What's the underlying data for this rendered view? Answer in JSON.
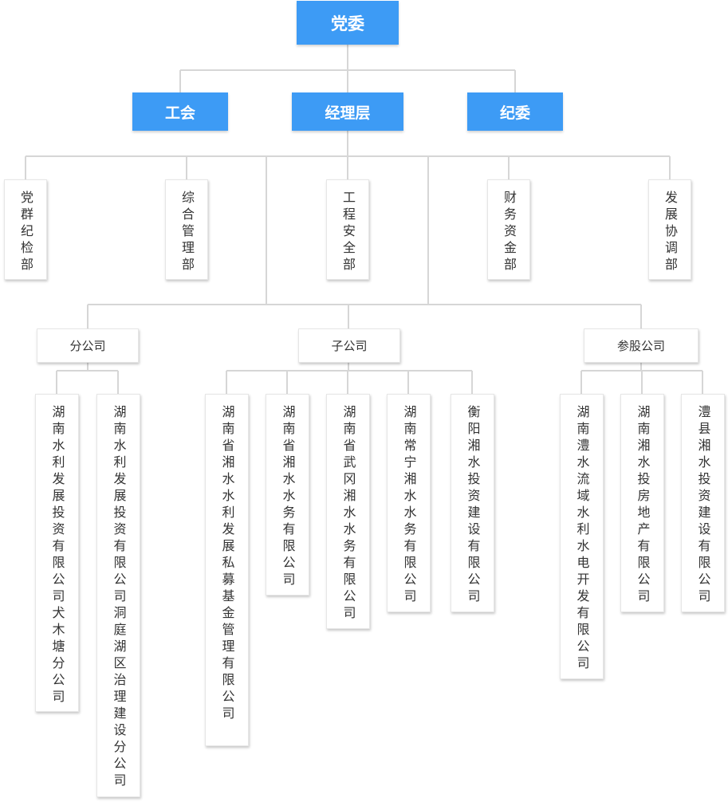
{
  "nodes": {
    "party": "党委",
    "union": "工会",
    "management": "经理层",
    "discipline": "纪委",
    "dept_party_discipline": "党群纪检部",
    "dept_general": "综合管理部",
    "dept_safety": "工程安全部",
    "dept_finance": "财务资金部",
    "dept_development": "发展协调部",
    "branches": "分公司",
    "subsidiaries": "子公司",
    "holdings": "参股公司",
    "branch_quanmutang": "湖南水利发展投资有限公司犬木塘分公司",
    "branch_dongting": "湖南水利发展投资有限公司洞庭湖区治理建设分公司",
    "sub_fund": "湖南省湘水水利发展私募基金管理有限公司",
    "sub_water": "湖南省湘水水务有限公司",
    "sub_wugang": "湖南省武冈湘水水务有限公司",
    "sub_changning": "湖南常宁湘水水务有限公司",
    "sub_hengyang": "衡阳湘水投资建设有限公司",
    "hold_lishui": "湖南澧水流域水利水电开发有限公司",
    "hold_realestate": "湖南湘水投房地产有限公司",
    "hold_lixian": "澧县湘水投资建设有限公司"
  },
  "colors": {
    "top_fill": "#3d9bf5",
    "top_text": "#ffffff",
    "box_text": "#333333",
    "connector": "#d6d6d6"
  }
}
